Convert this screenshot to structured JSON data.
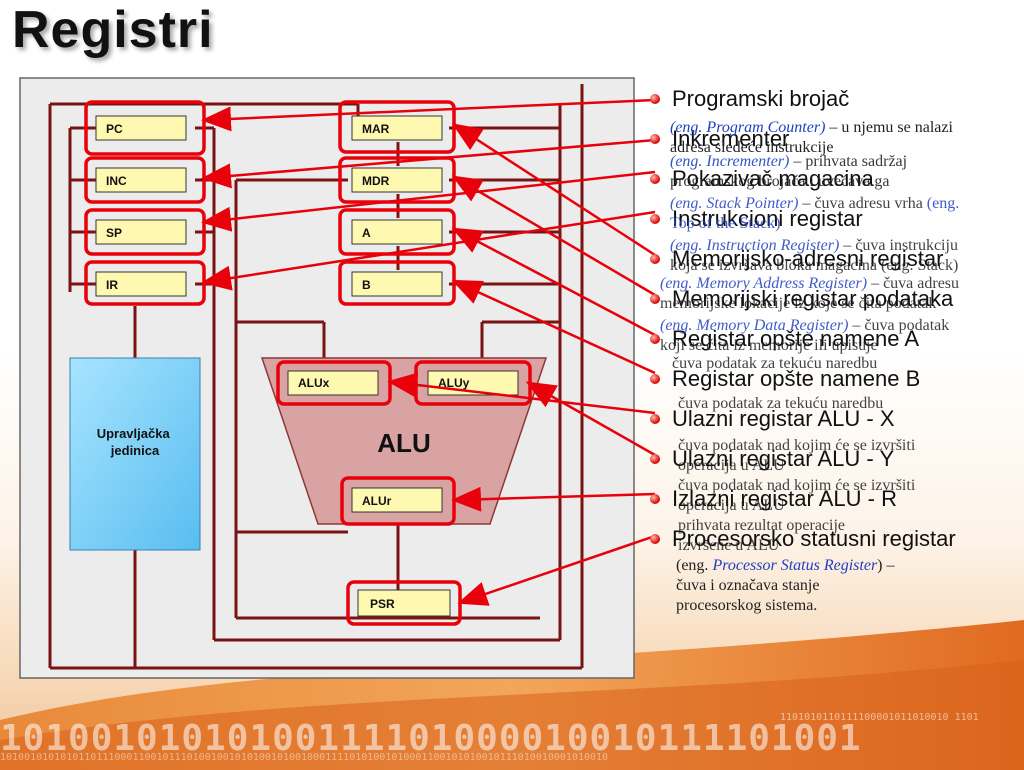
{
  "slide": {
    "title": "Registri"
  },
  "diagram": {
    "registers_left": [
      "PC",
      "INC",
      "SP",
      "IR"
    ],
    "registers_right": [
      "MAR",
      "MDR",
      "A",
      "B"
    ],
    "alu_inputs": [
      "ALUx",
      "ALUy"
    ],
    "alu_label": "ALU",
    "alu_output": "ALUr",
    "status_register": "PSR",
    "control_unit": "Upravljačka jedinica"
  },
  "bullets": [
    "Programski brojač",
    "Inkrementer",
    "Pokazivač magacina",
    "Instrukcioni registar",
    "Memorijsko-adresni registar",
    "Memorijski registar podataka",
    "Registar opšte namene A",
    "Registar opšte namene B",
    "Ulazni registar ALU - X",
    "Ulazni registar ALU - Y",
    "Izlazni registar ALU - R",
    "Procesorsko statusni registar"
  ],
  "descriptions": {
    "pc": {
      "en": "(eng. Program Counter)",
      "rest": " – u njemu se nalazi adresa sledeće instrukcije"
    },
    "inc": {
      "en": "(eng. Incrementer)",
      "rest": " – prihvata sadržaj programskog brojača i uvećava ga"
    },
    "sp": {
      "en": "(eng. Stack Pointer)",
      "rest": " – čuva adresu vrha",
      "extra": " (eng. Top of the Stack)"
    },
    "ir": {
      "en": "(eng. Instruction Register)",
      "rest": " – čuva instrukciju koja se izvršava",
      "extra": "bloka magacina (eng. Stack)"
    },
    "mar": {
      "en": "(eng. Memory Address Register)",
      "rest": " – čuva adresu memorijske lokacije iz koje se čita podatak"
    },
    "mdr": {
      "en": "(eng. Memory Data Register)",
      "rest": " – čuva podatak koji se čita iz memorije ili upisuje"
    },
    "a": {
      "rest": "čuva podatak za tekuću naredbu"
    },
    "b": {
      "rest": "čuva podatak za tekuću naredbu"
    },
    "x": {
      "rest": "čuva podatak nad kojim će se izvršiti operacija u ALU"
    },
    "y": {
      "rest": "čuva podatak nad kojim će se izvršiti operacija u ALU"
    },
    "r": {
      "rest": "prihvata rezultat operacije izvršene u ALU"
    },
    "psr": {
      "en": "Processor Status Register",
      "l1a": "(eng. ",
      "l1b": ") –",
      "l2": "čuva i označava stanje",
      "l3": "procesorskog sistema."
    }
  },
  "binary": {
    "big": "10100101010100111101000010010111101001",
    "small1": "1101010110111100001011010010 1101",
    "small2": "10100101010101101110001100101110100100101010010100100011110101001010001100101010010111010010001010010"
  },
  "colors": {
    "highlight": "#e8000a",
    "bus": "#7a1414",
    "register_fill": "#fff8b0",
    "alu_fill": "#d9a0a0",
    "control_fill": "#7dcff5"
  }
}
